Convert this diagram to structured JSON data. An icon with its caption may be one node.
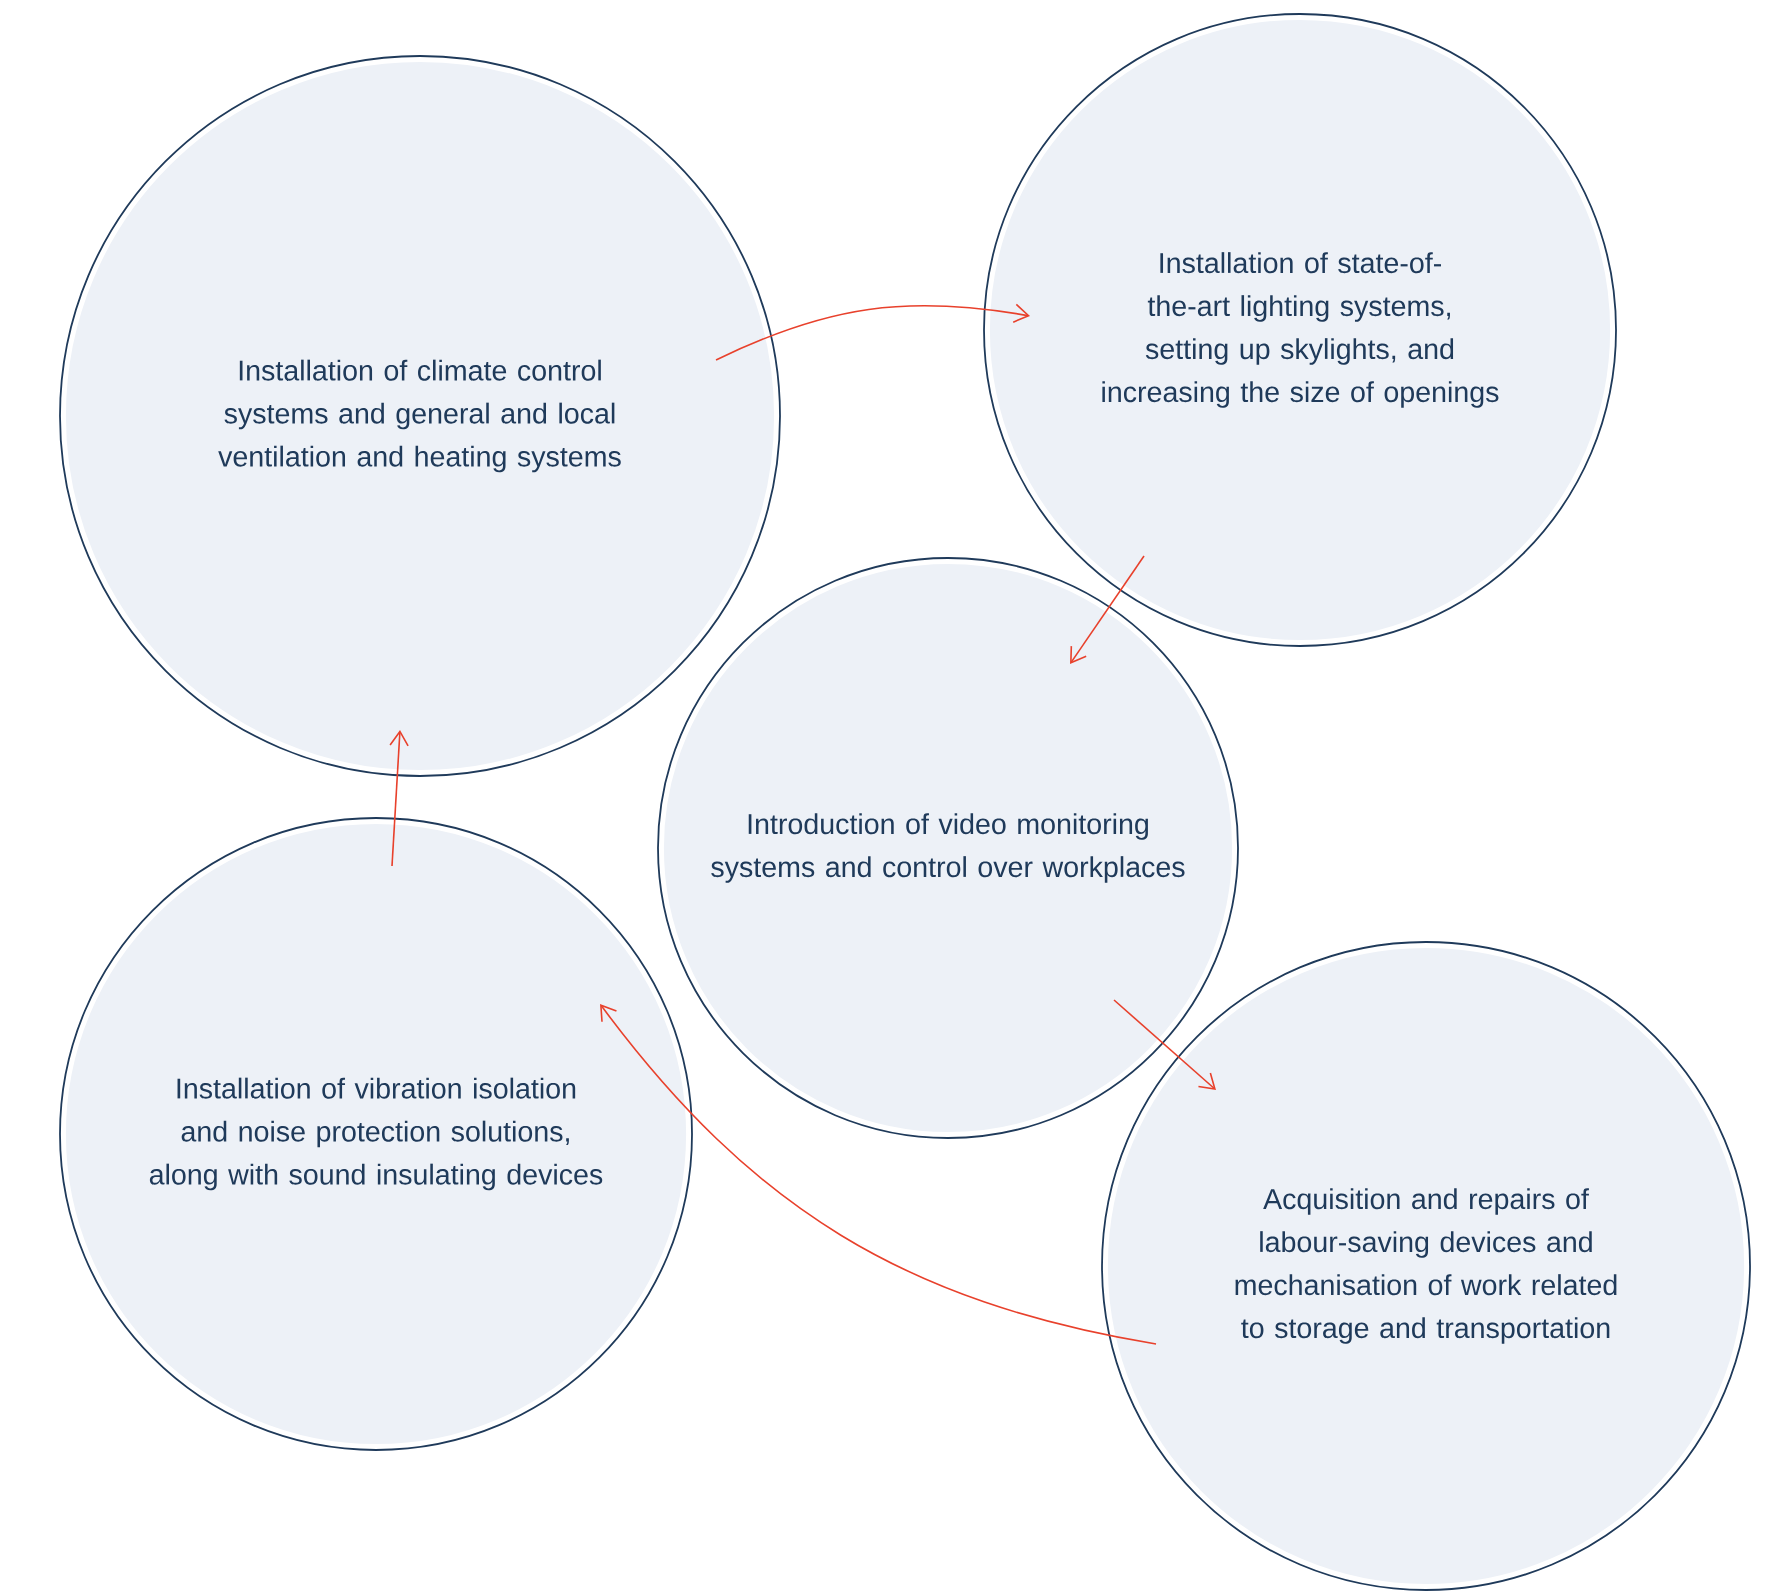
{
  "diagram": {
    "nodes": [
      {
        "text": [
          "Installation of climate control systems and general and local ventilation and heating systems"
        ]
      },
      {
        "text": [
          "Installation of state-of-the-art lighting systems, setting up skylights, and increasing the size of openings"
        ]
      },
      {
        "text": [
          "Introduction of video monitoring systems and control over workplaces"
        ]
      },
      {
        "text": [
          "Installation of vibration isolation and noise protection solutions, along with sound insulating devices"
        ]
      },
      {
        "text": [
          "Acquisition and repairs of labour-saving devices and mechanisation of work related to storage and transportation"
        ]
      }
    ],
    "edges": [
      {
        "from": 0,
        "to": 1,
        "arrow": "to"
      },
      {
        "from": 1,
        "to": 2,
        "arrow": "to"
      },
      {
        "from": 2,
        "to": 4,
        "arrow": "to"
      },
      {
        "from": 4,
        "to": 3,
        "arrow": "to"
      },
      {
        "from": 3,
        "to": 0,
        "arrow": "to"
      }
    ]
  }
}
